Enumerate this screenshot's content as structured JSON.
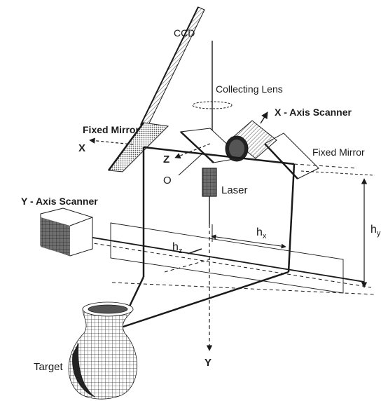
{
  "labels": {
    "ccd": "CCD",
    "collecting_lens": "Collecting Lens",
    "x_axis_scanner": "X - Axis Scanner",
    "fixed_mirror_left": "Fixed Mirror",
    "fixed_mirror_right": "Fixed Mirror",
    "x_axis": "X",
    "z_axis": "Z",
    "origin": "O",
    "laser": "Laser",
    "y_axis_scanner": "Y - Axis Scanner",
    "h_x": "h",
    "h_x_sub": "x",
    "h_y": "h",
    "h_y_sub": "y",
    "h_z": "h",
    "h_z_sub": "z",
    "y_axis": "Y",
    "target": "Target"
  },
  "colors": {
    "ink": "#1a1a1a",
    "hatch": "#777777",
    "dark_fill": "#333333"
  },
  "icons": {
    "ccd": "ccd-sensor-icon",
    "lens": "collecting-lens-icon",
    "x_scanner": "x-axis-scanner-cylinder-icon",
    "y_scanner": "y-axis-scanner-box-icon",
    "laser": "laser-module-icon",
    "target": "vase-target-icon"
  }
}
